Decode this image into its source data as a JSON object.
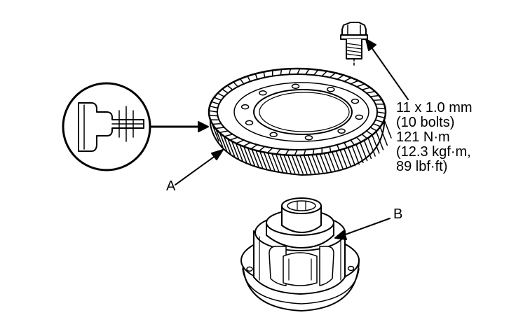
{
  "spec_lines": {
    "bolt_size": "11 x 1.0 mm",
    "bolt_count": "(10 bolts)",
    "torque_nm": "121 N·m",
    "torque_kgfm": "(12.3 kgf·m,",
    "torque_lbfft": "89 lbf·ft)"
  },
  "labels": {
    "a": "A",
    "b": "B"
  },
  "colors": {
    "line": "#000000",
    "background": "#ffffff"
  }
}
